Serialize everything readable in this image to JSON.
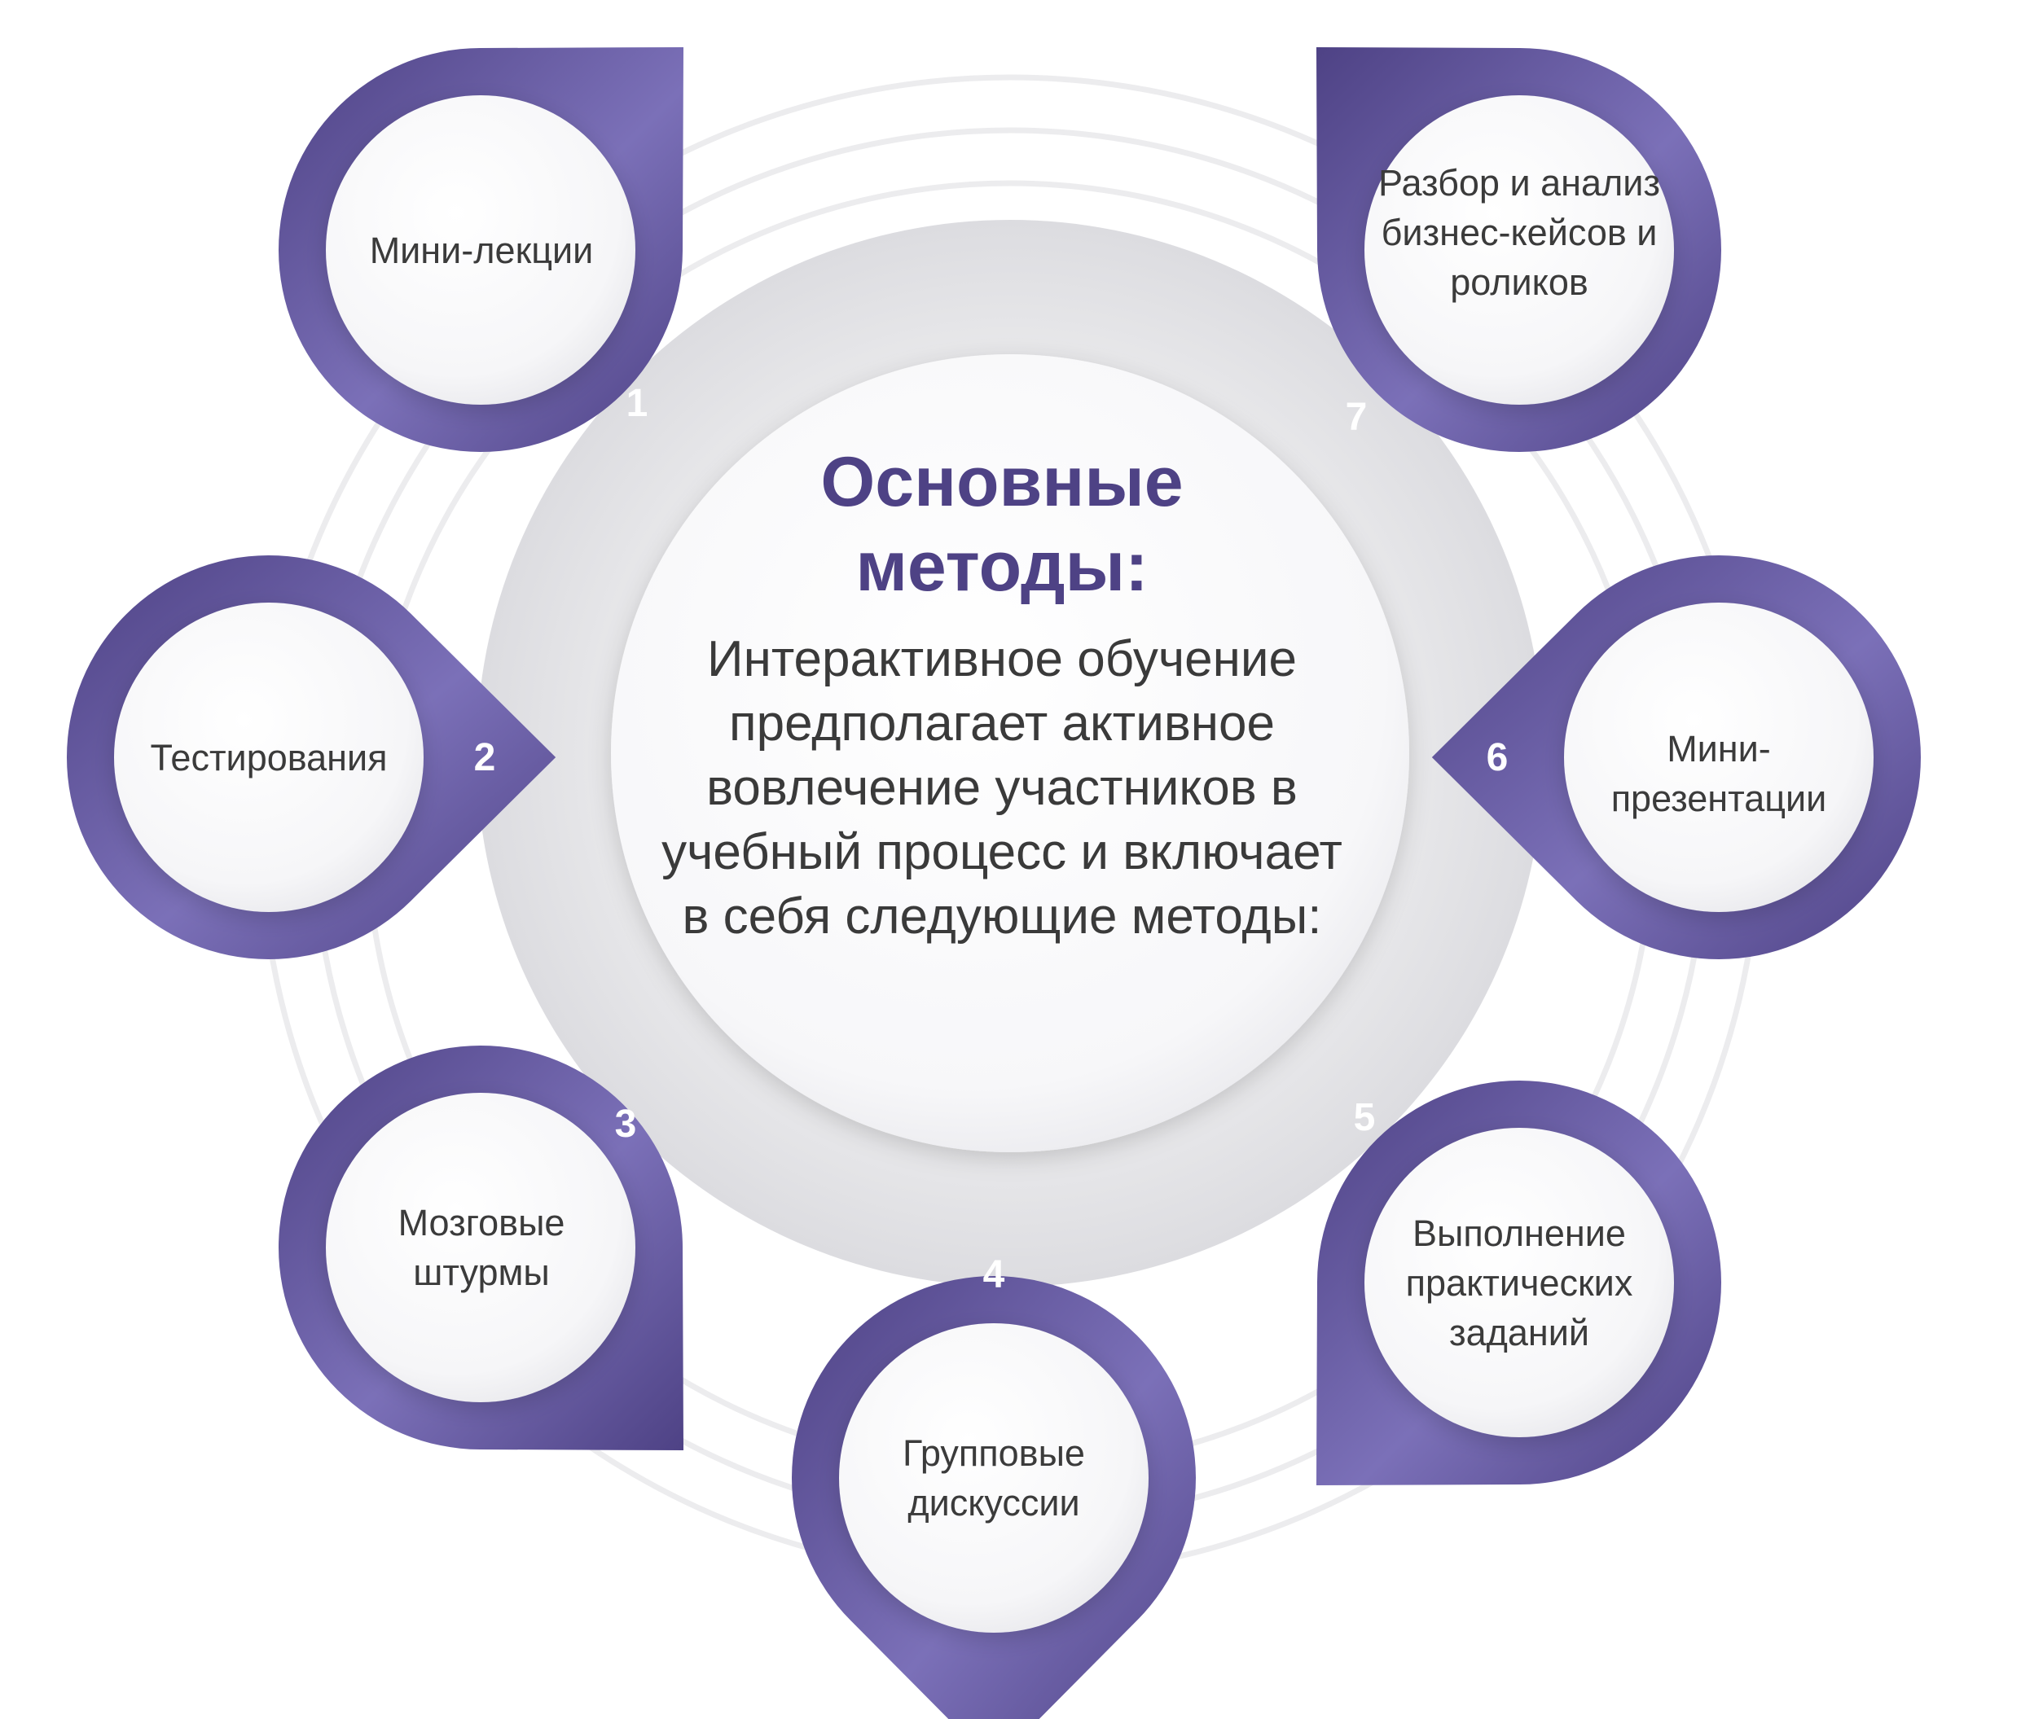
{
  "center": {
    "title": "Основные методы:",
    "description": "Интерактивное обучение предполагает активное вовлечение участников в учебный процесс и включает в себя следующие методы:"
  },
  "methods": [
    {
      "number": "1",
      "label": "Мини-лекции"
    },
    {
      "number": "2",
      "label": "Тестирования"
    },
    {
      "number": "3",
      "label": "Мозговые штурмы"
    },
    {
      "number": "4",
      "label": "Групповые дискуссии"
    },
    {
      "number": "5",
      "label": "Выполнение практических заданий"
    },
    {
      "number": "6",
      "label": "Мини-презентации"
    },
    {
      "number": "7",
      "label": "Разбор и анализ бизнес-кейсов и роликов"
    }
  ],
  "colors": {
    "ring_dark": "#4e4285",
    "ring_light": "#8a7fc4",
    "title": "#4e4285",
    "text": "#3b3b3b",
    "center_halo": "#e4e4e6",
    "guide_rings": "#ececee"
  }
}
